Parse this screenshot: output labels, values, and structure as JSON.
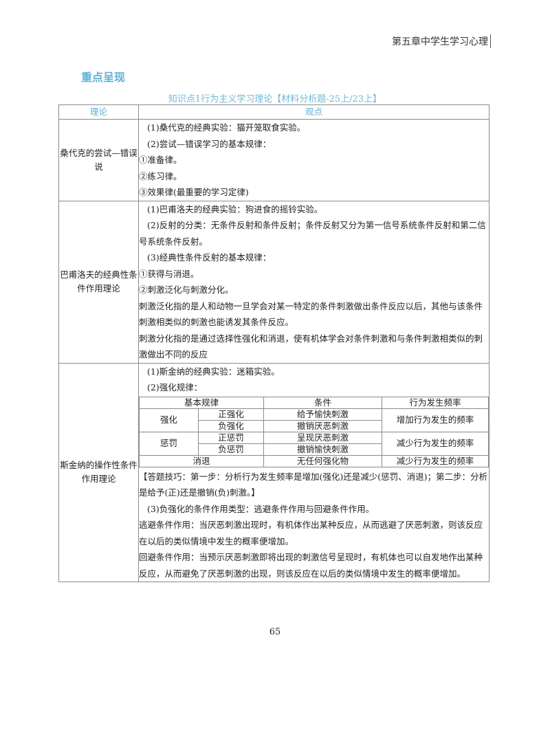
{
  "header": {
    "chapter": "第五章中学生学习心理"
  },
  "section_title": "重点呈现",
  "table_caption": "知识点1行为主义学习理论【材料分析题-25上/23上】",
  "table_headers": {
    "theory": "理论",
    "viewpoint": "观点"
  },
  "rows": [
    {
      "theory": "桑代克的尝试—错误说",
      "lines": [
        "(1)桑代克的经典实验：猫开笼取食实验。",
        "(2)尝试—错误学习的基本规律：",
        "①准备律。",
        "②练习律。",
        "③效果律(最重要的学习定律)"
      ]
    },
    {
      "theory": "巴甫洛夫的经典性条件作用理论",
      "lines": [
        "(1)巴甫洛夫的经典实验：狗进食的摇铃实验。",
        "(2)反射的分类：无条件反射和条件反射；条件反射又分为第一信号系统条件反射和第二信号系统条件反射。",
        "(3)经典性条件反射的基本规律：",
        "①获得与消退。",
        "②刺激泛化与刺激分化。",
        "刺激泛化指的是人和动物一旦学会对某一特定的条件刺激做出条件反应以后，其他与该条件刺激相类似的刺激也能诱发其条件反应。",
        "刺激分化指的是通过选择性强化和消退，使有机体学会对条件刺激和与条件刺激相类似的刺激做出不同的反应"
      ]
    },
    {
      "theory": "斯金纳的操作性条件作用理论",
      "lines_before": [
        "(1)斯金纳的经典实验：迷箱实验。",
        "(2)强化规律："
      ],
      "reinforcement_table": {
        "headers": [
          "基本规律",
          "条件",
          "行为发生频率"
        ],
        "reinforcement": "强化",
        "positive_reinforcement": "正强化",
        "positive_reinforcement_condition": "给予愉快刺激",
        "negative_reinforcement": "负强化",
        "negative_reinforcement_condition": "撤销厌恶刺激",
        "reinforcement_effect": "增加行为发生的频率",
        "punishment": "惩罚",
        "positive_punishment": "正惩罚",
        "positive_punishment_condition": "呈现厌恶刺激",
        "negative_punishment": "负惩罚",
        "negative_punishment_condition": "撤销愉快刺激",
        "punishment_effect": "减少行为发生的频率",
        "extinction": "消退",
        "extinction_condition": "无任何强化物",
        "extinction_effect": "减少行为发生的频率"
      },
      "tip": "【答题技巧：第一步：分析行为发生频率是增加(强化)还是减少(惩罚、消退)；第二步：分析是给予(正)还是撤销(负)刺激。】",
      "lines_after": [
        "(3)负强化的条件作用类型：逃避条件作用与回避条件作用。",
        "逃避条件作用：当厌恶刺激出现时，有机体作出某种反应，从而逃避了厌恶刺激，则该反应在以后的类似情境中发生的概率便增加。",
        "回避条件作用：当预示厌恶刺激即将出现的刺激信号呈现时，有机体也可以自发地作出某种反应，从而避免了厌恶刺激的出现，则该反应在以后的类似情境中发生的概率便增加。"
      ]
    }
  ],
  "page_number": "65"
}
